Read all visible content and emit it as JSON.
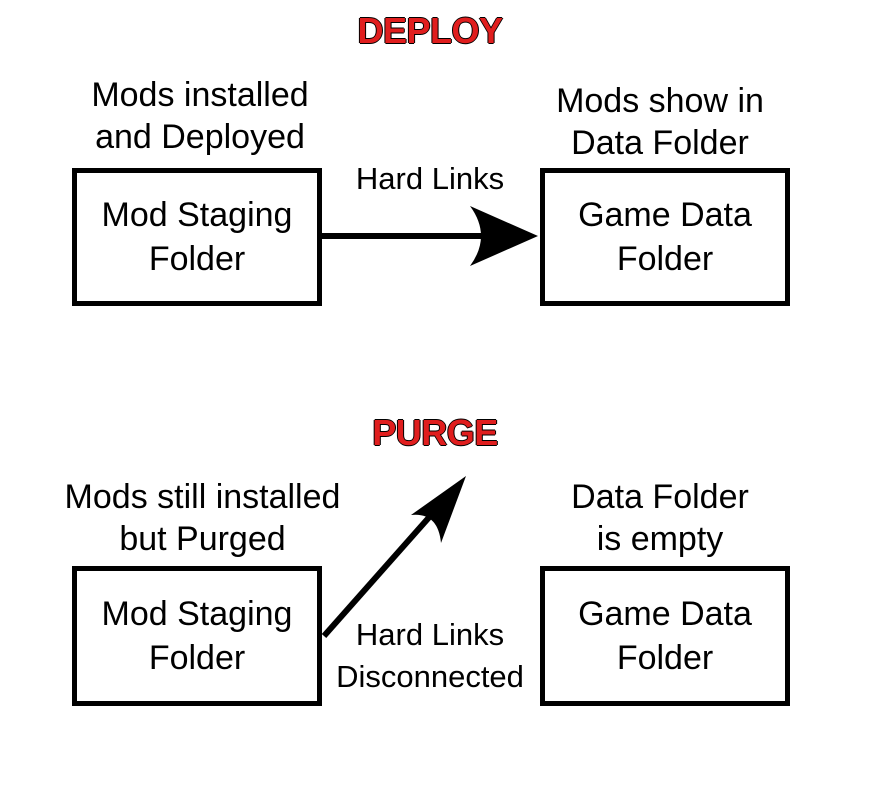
{
  "deploy": {
    "heading": "DEPLOY",
    "left_caption": [
      "Mods installed",
      "and Deployed"
    ],
    "right_caption": [
      "Mods show in",
      "Data Folder"
    ],
    "left_box": [
      "Mod Staging",
      "Folder"
    ],
    "right_box": [
      "Game Data",
      "Folder"
    ],
    "link_label": "Hard Links"
  },
  "purge": {
    "heading": "PURGE",
    "left_caption": [
      "Mods still installed",
      "but Purged"
    ],
    "right_caption": [
      "Data Folder",
      "is empty"
    ],
    "left_box": [
      "Mod Staging",
      "Folder"
    ],
    "right_box": [
      "Game Data",
      "Folder"
    ],
    "link_label": [
      "Hard Links",
      "Disconnected"
    ]
  },
  "colors": {
    "heading": "#e01e1e",
    "stroke": "#000000",
    "background": "#ffffff"
  }
}
